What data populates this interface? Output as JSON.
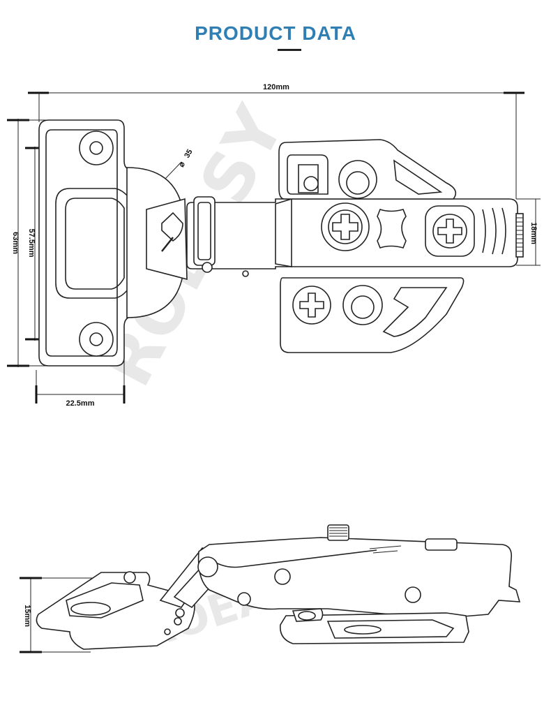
{
  "header": {
    "title": "PRODUCT DATA"
  },
  "watermark": {
    "brand": "ROEASY"
  },
  "top_view": {
    "dimensions": {
      "overall_length": "120mm",
      "plate_height": "63mm",
      "hole_spacing": "57.5mm",
      "plate_width": "22.5mm",
      "arm_width": "18mm",
      "cup_diameter": "35"
    }
  },
  "side_view": {
    "dimensions": {
      "height": "15mm"
    }
  },
  "colors": {
    "title": "#2f7fb5",
    "line": "#222222",
    "watermark": "#d6d6d6"
  }
}
